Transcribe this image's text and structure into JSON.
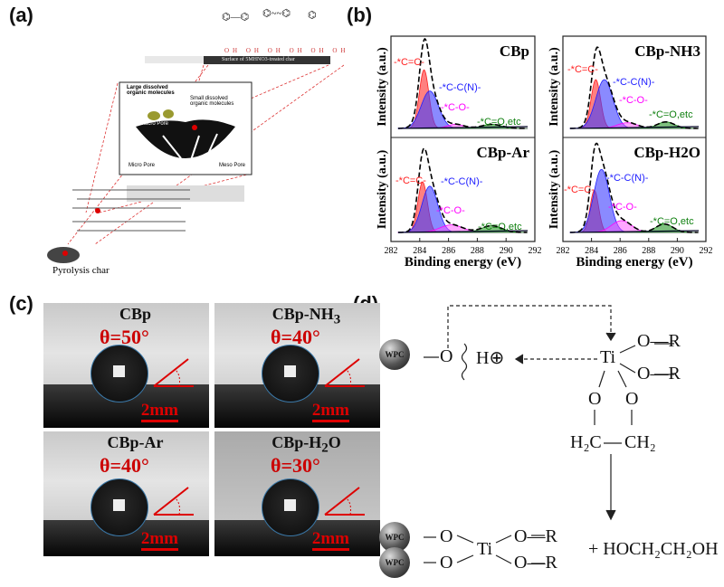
{
  "panel_labels": [
    "(a)",
    "(b)",
    "(c)",
    "(d)"
  ],
  "panel_a": {
    "surface_label": "Surface of 5MHNO3-treated char",
    "oh_label": "OH",
    "large_molecules": "Large dissolved organic molecules",
    "small_molecules": "Small dissolved organic molecules",
    "macro_pore": "Macro Pore",
    "micro_pore": "Micro Pore",
    "meso_pore": "Meso Pore",
    "pyrolysis_char": "Pyrolysis char"
  },
  "chart_data": {
    "type": "line",
    "xlabel": "Binding energy (eV)",
    "ylabel": "Intensity (a.u.)",
    "xlim": [
      282,
      292
    ],
    "xticks": [
      "282",
      "284",
      "286",
      "288",
      "290",
      "292"
    ],
    "component_labels": [
      "-*C=C-",
      "-*C-C(N)-",
      "-*C-O-",
      "-*C=O,etc"
    ],
    "component_colors": [
      "#ff2020",
      "#2020ff",
      "#ff00ff",
      "#108010"
    ],
    "subplots": [
      {
        "title": "CBp",
        "peaks": [
          [
            284.3,
            0.72,
            0.33
          ],
          [
            284.7,
            0.46,
            0.6
          ],
          [
            286.5,
            0.05,
            0.6
          ],
          [
            289.0,
            0.05,
            0.7
          ]
        ]
      },
      {
        "title": "CBp-NH3",
        "peaks": [
          [
            284.3,
            0.6,
            0.33
          ],
          [
            284.9,
            0.6,
            0.6
          ],
          [
            286.5,
            0.07,
            0.7
          ],
          [
            289.2,
            0.08,
            0.6
          ]
        ]
      },
      {
        "title": "CBp-Ar",
        "peaks": [
          [
            284.2,
            0.6,
            0.33
          ],
          [
            284.7,
            0.55,
            0.55
          ],
          [
            286.2,
            0.09,
            0.8
          ],
          [
            289.0,
            0.08,
            0.7
          ]
        ]
      },
      {
        "title": "CBp-H2O",
        "peaks": [
          [
            284.2,
            0.5,
            0.3
          ],
          [
            284.7,
            0.75,
            0.55
          ],
          [
            286.1,
            0.14,
            0.7
          ],
          [
            289.1,
            0.1,
            0.6
          ]
        ]
      }
    ]
  },
  "panel_c": [
    {
      "name": "CBp",
      "angle": "θ=50°",
      "scale": "2mm"
    },
    {
      "name": "CBp-NH3",
      "angle": "θ=40°",
      "scale": "2mm"
    },
    {
      "name": "CBp-Ar",
      "angle": "θ=40°",
      "scale": "2mm"
    },
    {
      "name": "CBp-H2O",
      "angle": "θ=30°",
      "scale": "2mm"
    }
  ],
  "panel_d": {
    "wpc": "WPC",
    "o": "O",
    "h": "H⊕",
    "ti": "Ti",
    "or": "O—R",
    "h2c": "H₂C",
    "ch2": "CH₂",
    "product": "+  HOCH₂CH₂OH"
  }
}
